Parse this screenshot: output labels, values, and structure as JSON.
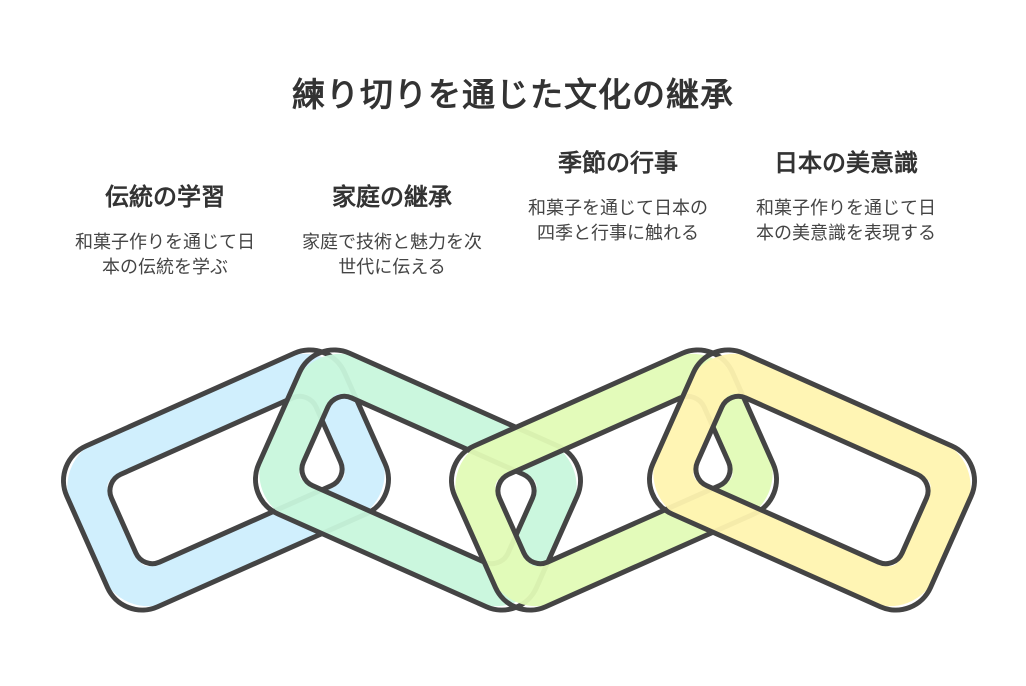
{
  "title": "練り切りを通じた文化の継承",
  "items": [
    {
      "heading": "伝統の学習",
      "description": "和菓子作りを通じて日本の伝統を学ぶ",
      "color": "#cdeefd"
    },
    {
      "heading": "家庭の継承",
      "description": "家庭で技術と魅力を次世代に伝える",
      "color": "#c8f7dc"
    },
    {
      "heading": "季節の行事",
      "description": "和菓子を通じて日本の四季と行事に触れる",
      "color": "#e2fbb6"
    },
    {
      "heading": "日本の美意識",
      "description": "和菓子作りを通じて日本の美意識を表現する",
      "color": "#fff4b0"
    }
  ],
  "stroke_color": "#444444"
}
